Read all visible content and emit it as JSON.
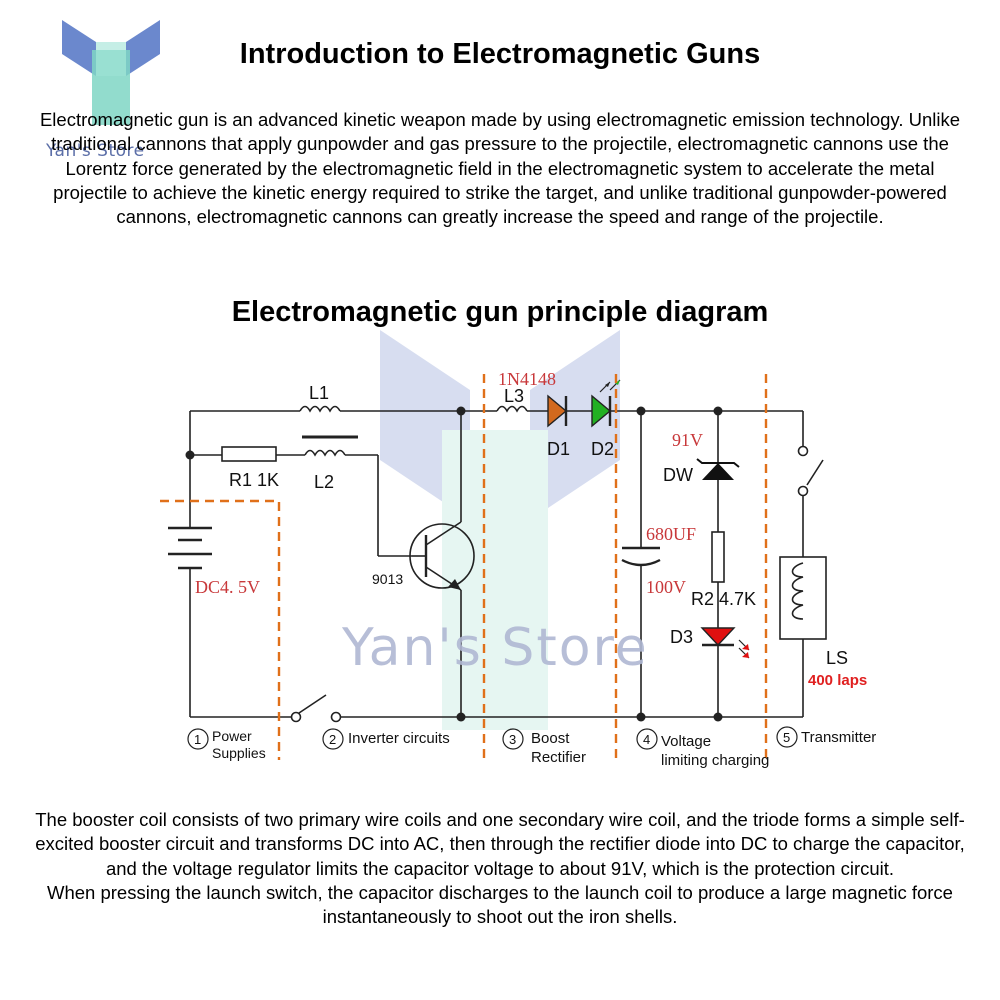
{
  "logo": {
    "brand_text": "Yan's Store"
  },
  "intro": {
    "title": "Introduction to Electromagnetic Guns",
    "paragraph": "Electromagnetic gun is an advanced kinetic weapon made by using electromagnetic emission technology. Unlike traditional cannons that apply gunpowder and gas pressure to the projectile, electromagnetic cannons use the Lorentz force generated by the electromagnetic field in the electromagnetic system to accelerate the metal projectile to achieve the kinetic energy required to strike the target, and unlike traditional gunpowder-powered cannons, electromagnetic cannons can greatly increase the speed and range of the projectile."
  },
  "diagram": {
    "title": "Electromagnetic gun principle diagram",
    "watermark": "Yan's Store",
    "labels": {
      "l1": "L1",
      "l2": "L2",
      "l3": "L3",
      "r1": "R1 1K",
      "transistor": "9013",
      "battery": "DC4. 5V",
      "diode_model": "1N4148",
      "d1": "D1",
      "d2": "D2",
      "zener_voltage": "91V",
      "dw": "DW",
      "capacitance": "680UF",
      "cap_voltage": "100V",
      "r2": "R2 4.7K",
      "d3": "D3",
      "ls": "LS",
      "laps": "400 laps"
    },
    "sections": [
      {
        "num": "1",
        "line1": "Power",
        "line2": "Supplies"
      },
      {
        "num": "2",
        "line1": "Inverter circuits",
        "line2": ""
      },
      {
        "num": "3",
        "line1": "Boost",
        "line2": "Rectifier"
      },
      {
        "num": "4",
        "line1": "Voltage",
        "line2": "limiting charging"
      },
      {
        "num": "5",
        "line1": "Transmitter",
        "line2": ""
      }
    ],
    "colors": {
      "wire": "#222222",
      "divider": "#e0701a",
      "red_text": "#c8383a",
      "diode_d1": "#d2691e",
      "diode_d2": "#22b022",
      "led_d3": "#e01010",
      "laps_text": "#e02020"
    }
  },
  "explanation": {
    "paragraph1": "The booster coil consists of two primary wire coils and one secondary wire coil, and the triode forms a simple self-excited booster circuit and transforms DC into AC, then through the rectifier diode into DC to charge the capacitor, and the voltage regulator limits the capacitor voltage to about 91V, which is the protection circuit.",
    "paragraph2": "When pressing the launch switch, the capacitor discharges to the launch coil to produce a large magnetic force instantaneously to shoot out the iron shells."
  }
}
